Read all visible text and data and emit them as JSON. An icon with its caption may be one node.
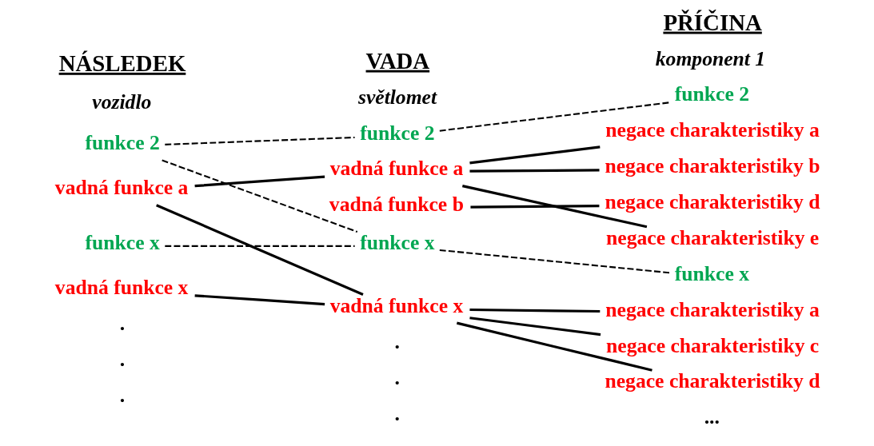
{
  "diagram": {
    "nodes": [
      {
        "text": [
          "funkce 2"
        ]
      },
      {
        "text": [
          "vadná funkce a"
        ]
      },
      {
        "text": [
          "funkce x"
        ]
      },
      {
        "text": [
          "vadná funkce x"
        ]
      },
      {
        "text": [
          "funkce 2"
        ]
      },
      {
        "text": [
          "vadná funkce a"
        ]
      },
      {
        "text": [
          "vadná funkce b"
        ]
      },
      {
        "text": [
          "funkce x"
        ]
      },
      {
        "text": [
          "vadná funkce x"
        ]
      },
      {
        "text": [
          "funkce 2"
        ]
      },
      {
        "text": [
          "negace charakteristiky a"
        ]
      },
      {
        "text": [
          "negace charakteristiky b"
        ]
      },
      {
        "text": [
          "negace charakteristiky d"
        ]
      },
      {
        "text": [
          "negace charakteristiky e"
        ]
      },
      {
        "text": [
          "funkce x"
        ]
      },
      {
        "text": [
          "negace charakteristiky a"
        ]
      },
      {
        "text": [
          "negace charakteristiky c"
        ]
      },
      {
        "text": [
          "negace charakteristiky d"
        ]
      }
    ],
    "edges": [
      {
        "from": 0,
        "to": 4,
        "arrow": "none",
        "style": "dashed"
      },
      {
        "from": 0,
        "to": 7,
        "arrow": "none",
        "style": "dashed"
      },
      {
        "from": 1,
        "to": 5,
        "arrow": "none"
      },
      {
        "from": 1,
        "to": 8,
        "arrow": "none"
      },
      {
        "from": 2,
        "to": 7,
        "arrow": "none",
        "style": "dashed"
      },
      {
        "from": 3,
        "to": 8,
        "arrow": "none"
      },
      {
        "from": 4,
        "to": 9,
        "arrow": "none",
        "style": "dashed"
      },
      {
        "from": 5,
        "to": 10,
        "arrow": "none"
      },
      {
        "from": 5,
        "to": 11,
        "arrow": "none"
      },
      {
        "from": 5,
        "to": 13,
        "arrow": "none"
      },
      {
        "from": 6,
        "to": 12,
        "arrow": "none"
      },
      {
        "from": 7,
        "to": 14,
        "arrow": "none",
        "style": "dashed"
      },
      {
        "from": 8,
        "to": 15,
        "arrow": "none"
      },
      {
        "from": 8,
        "to": 16,
        "arrow": "none"
      },
      {
        "from": 8,
        "to": 17,
        "arrow": "none"
      }
    ],
    "labels": [
      "NÁSLEDEK",
      "VADA",
      "PŘÍČINA",
      "vozidlo",
      "světlomet",
      "komponent 1",
      ".",
      ".",
      ".",
      ".",
      ".",
      ".",
      "..."
    ]
  }
}
